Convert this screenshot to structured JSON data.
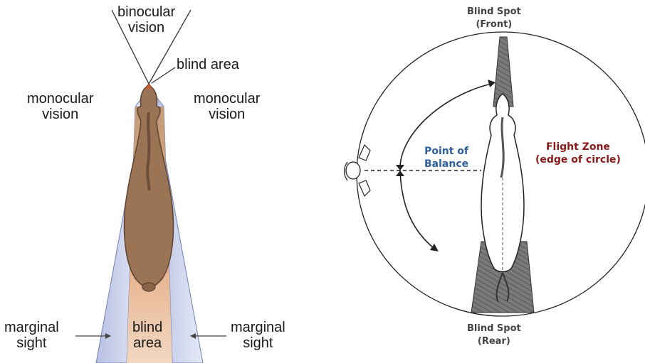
{
  "left_diagram": {
    "binocular": [
      "binocular",
      "vision"
    ],
    "blind_area_top": "blind area",
    "monocular_left": [
      "monocular",
      "vision"
    ],
    "monocular_right": [
      "monocular",
      "vision"
    ],
    "marginal_left": [
      "marginal",
      "sight"
    ],
    "marginal_right": [
      "marginal",
      "sight"
    ],
    "blind_area_bottom": [
      "blind",
      "area"
    ]
  },
  "right_diagram": {
    "blind_spot_front": [
      "Blind Spot",
      "(Front)"
    ],
    "blind_spot_rear": [
      "Blind Spot",
      "(Rear)"
    ],
    "point_of_balance": [
      "Point of",
      "Balance"
    ],
    "flight_zone": [
      "Flight Zone",
      "(edge of circle)"
    ]
  },
  "colors": {
    "horse_brown": "#9b7456",
    "wedge_blue": "#c9d0ea",
    "blind_orange": "#e8b48a",
    "point_of_balance": "#2e5f9e",
    "flight_zone": "#8b1a1a"
  }
}
